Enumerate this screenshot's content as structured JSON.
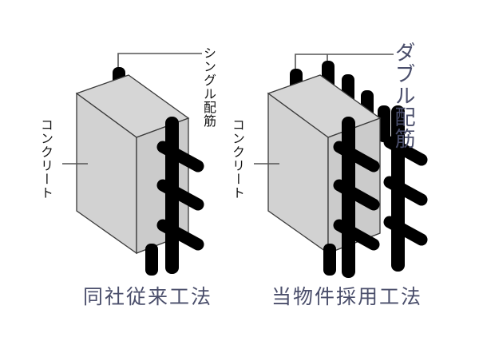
{
  "figure": {
    "title_alt": "配筋方式比較図",
    "background_color": "#ffffff",
    "concrete_fill_color": "#d2d2d2",
    "concrete_top_color": "#d6d6d6",
    "concrete_side_color": "#c9c9c9",
    "rebar_color": "#000000",
    "outline_color": "#3a3a3a",
    "leader_color": "#555555",
    "caption_color": "#4a4e6b",
    "label_color": "#111111"
  },
  "left_panel": {
    "name": "conventional-method",
    "concrete_label": "コンクリート",
    "rebar_label": "シングル配筋",
    "caption": "同社従来工法",
    "rebar_columns": 1,
    "vertical_bars_visible": 4,
    "horizontal_ties_visible": 3
  },
  "right_panel": {
    "name": "adopted-method",
    "concrete_label": "コンクリート",
    "rebar_label": "ダブル配筋",
    "caption": "当物件採用工法",
    "rebar_columns": 2,
    "vertical_bars_visible": 8,
    "horizontal_ties_visible": 6
  }
}
